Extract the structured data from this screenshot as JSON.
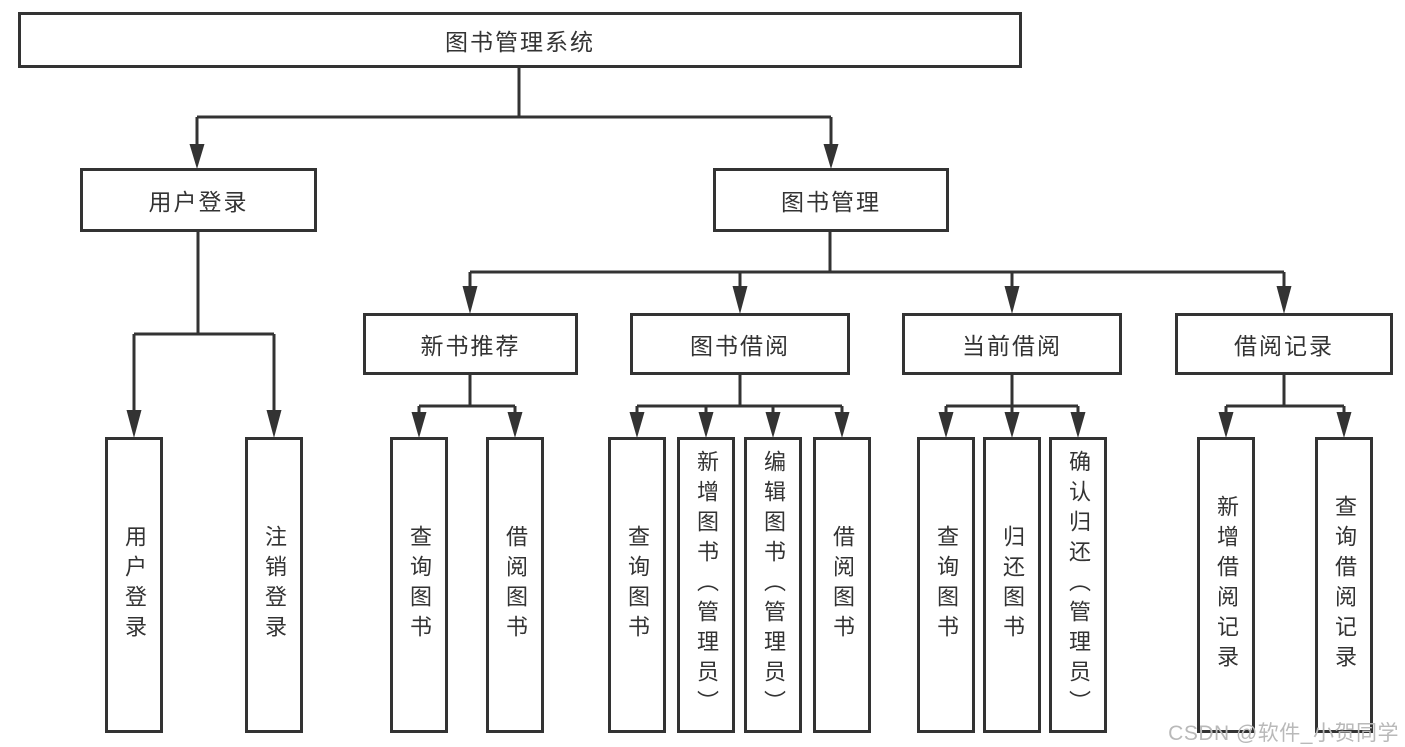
{
  "diagram": {
    "root": {
      "label": "图书管理系统"
    },
    "branches": {
      "user_login": {
        "label": "用户登录",
        "children": [
          "用户登录",
          "注销登录"
        ]
      },
      "book_management": {
        "label": "图书管理",
        "sections": [
          {
            "label": "新书推荐",
            "children": [
              "查询图书",
              "借阅图书"
            ]
          },
          {
            "label": "图书借阅",
            "children": [
              "查询图书",
              "新增图书（管理员）",
              "编辑图书（管理员）",
              "借阅图书"
            ]
          },
          {
            "label": "当前借阅",
            "children": [
              "查询图书",
              "归还图书",
              "确认归还（管理员）"
            ]
          },
          {
            "label": "借阅记录",
            "children": [
              "新增借阅记录",
              "查询借阅记录"
            ]
          }
        ]
      }
    }
  },
  "watermark": {
    "text": "CSDN @软件_小贺同学"
  },
  "colors": {
    "line": "#333333",
    "text": "#333333",
    "watermark": "#b9b9b9",
    "background": "#ffffff"
  }
}
